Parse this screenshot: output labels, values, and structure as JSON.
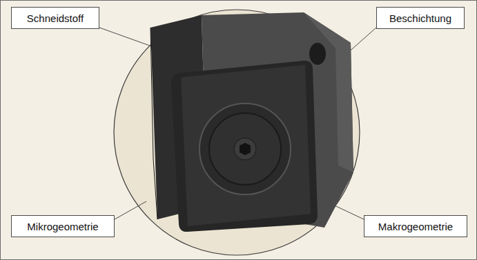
{
  "diagram": {
    "nodes": [
      {
        "text": [
          "Schneidstoff"
        ]
      },
      {
        "text": [
          "Beschichtung"
        ]
      },
      {
        "text": [
          "Mikrogeometrie"
        ]
      },
      {
        "text": [
          "Makrogeometrie"
        ]
      }
    ]
  }
}
